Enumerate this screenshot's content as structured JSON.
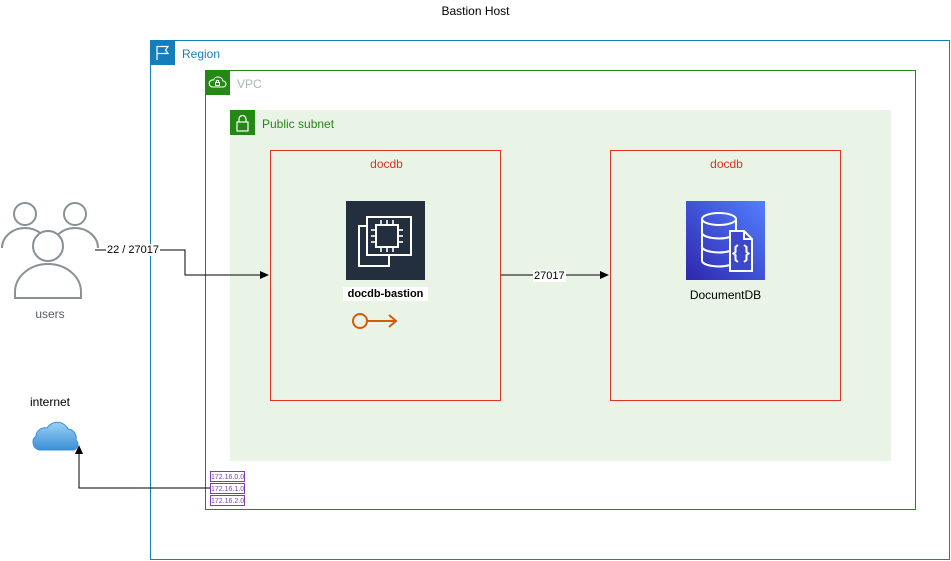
{
  "diagram": {
    "title": "Bastion Host",
    "region_label": "Region",
    "vpc_label": "VPC",
    "subnet_label": "Public subnet",
    "groups": [
      {
        "label": "docdb"
      },
      {
        "label": "docdb"
      }
    ],
    "nodes": {
      "bastion": {
        "label": "docdb-bastion"
      },
      "documentdb": {
        "label": "DocumentDB"
      },
      "users": {
        "label": "users"
      },
      "internet": {
        "label": "internet"
      }
    },
    "edges": {
      "users_to_bastion": "22 / 27017",
      "bastion_to_documentdb": "27017"
    },
    "route_table": [
      "172.16.0.0",
      "172.16.1.0",
      "172.16.2.0"
    ],
    "colors": {
      "region": "#147eba",
      "vpc": "#248814",
      "subnet_fill": "#e9f3e6",
      "group_border": "#dd3522",
      "ec2_tile": "#232f3e",
      "documentdb_tile": "#3b48cc",
      "endpoint_icon": "#d45b07",
      "route_table": "#7d3eb6",
      "users_icon": "#879196",
      "cloud": "#3b8fd6"
    },
    "icons": [
      "region-flag-icon",
      "vpc-cloud-lock-icon",
      "subnet-lock-icon",
      "ec2-instance-icon",
      "documentdb-icon",
      "endpoint-icon",
      "users-icon",
      "internet-cloud-icon",
      "route-table-icon"
    ]
  }
}
